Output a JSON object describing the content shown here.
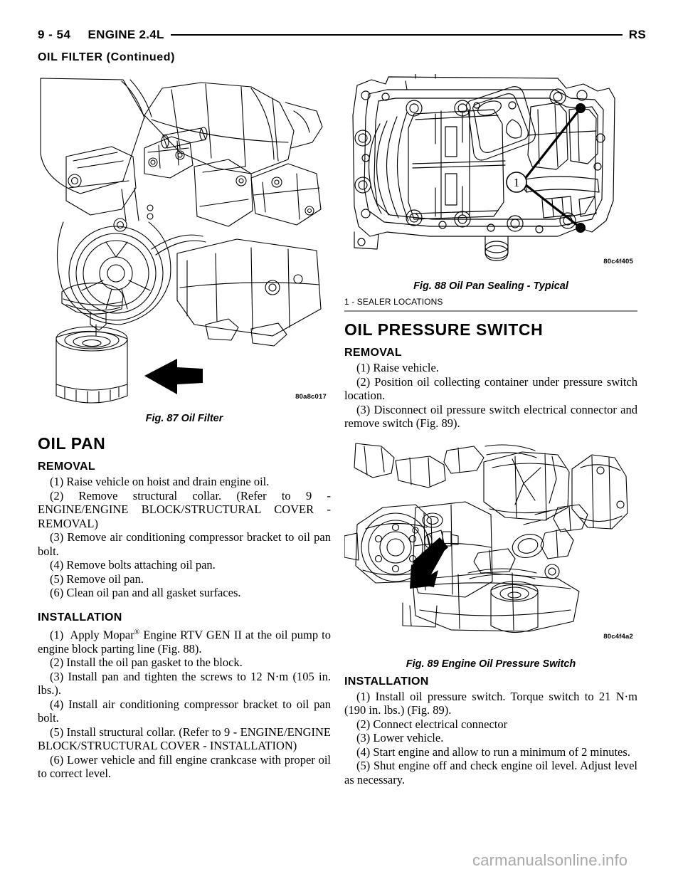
{
  "header": {
    "page_number": "9 - 54",
    "section": "ENGINE 2.4L",
    "model": "RS",
    "continued_heading": "OIL FILTER (Continued)"
  },
  "left_column": {
    "figure_87": {
      "caption": "Fig. 87 Oil Filter",
      "image_code": "80a8c017",
      "alt": "oil-filter-engine-line-drawing"
    },
    "oil_pan": {
      "title": "OIL PAN",
      "removal": {
        "heading": "REMOVAL",
        "steps": [
          "(1) Raise vehicle on hoist and drain engine oil.",
          "(2) Remove structural collar. (Refer to 9 - ENGINE/ENGINE BLOCK/STRUCTURAL COVER - REMOVAL)",
          "(3) Remove air conditioning compressor bracket to oil pan bolt.",
          "(4) Remove bolts attaching oil pan.",
          "(5) Remove oil pan.",
          "(6) Clean oil pan and all gasket surfaces."
        ]
      },
      "installation": {
        "heading": "INSTALLATION",
        "steps": [
          "(1)  Apply Mopar® Engine RTV GEN II at the oil pump to engine block parting line (Fig. 88).",
          "(2) Install the oil pan gasket to the block.",
          "(3) Install pan and tighten the screws to 12 N·m (105 in. lbs.).",
          "(4) Install air conditioning compressor bracket to oil pan bolt.",
          "(5) Install structural collar. (Refer to 9 - ENGINE/ENGINE BLOCK/STRUCTURAL COVER - INSTALLATION)",
          "(6) Lower vehicle and fill engine crankcase with proper oil to correct level."
        ]
      }
    }
  },
  "right_column": {
    "figure_88": {
      "caption": "Fig. 88 Oil Pan Sealing - Typical",
      "image_code": "80c4f405",
      "callout_number": "1",
      "legend": "1 - SEALER LOCATIONS",
      "alt": "oil-pan-sealing-line-drawing"
    },
    "oil_pressure_switch": {
      "title": "OIL PRESSURE SWITCH",
      "removal": {
        "heading": "REMOVAL",
        "steps": [
          "(1) Raise vehicle.",
          "(2) Position oil collecting container under pressure switch location.",
          "(3) Disconnect oil pressure switch electrical connector and remove switch (Fig. 89)."
        ]
      },
      "installation": {
        "heading": "INSTALLATION",
        "steps": [
          "(1) Install oil pressure switch. Torque switch to 21 N·m (190 in. lbs.) (Fig. 89).",
          "(2) Connect electrical connector",
          "(3) Lower vehicle.",
          "(4) Start engine and allow to run a minimum of 2 minutes.",
          "(5) Shut engine off and check engine oil level. Adjust level as necessary."
        ]
      }
    },
    "figure_89": {
      "caption": "Fig. 89 Engine Oil Pressure Switch",
      "image_code": "80c4f4a2",
      "alt": "engine-oil-pressure-switch-line-drawing"
    }
  },
  "watermark": "carmanualsonline.info"
}
